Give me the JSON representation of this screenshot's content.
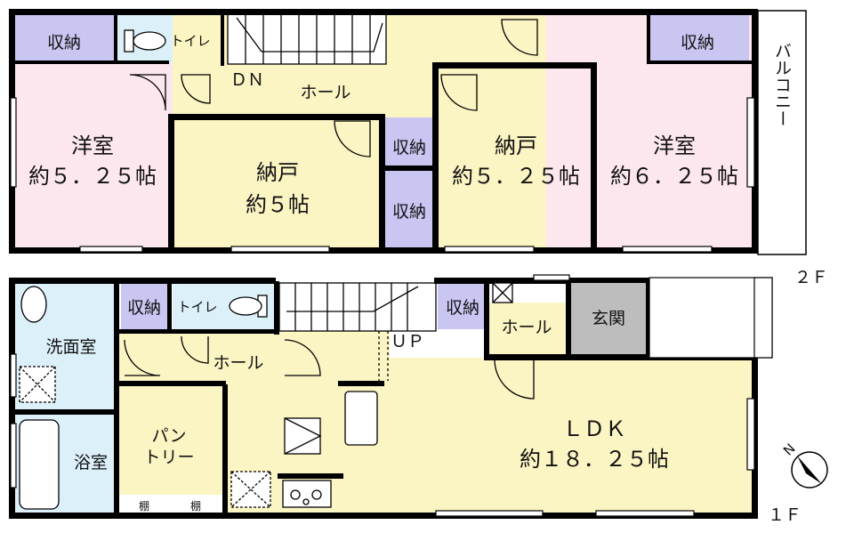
{
  "colors": {
    "western_room": "#fde7ef",
    "storage_room": "#fbf4c3",
    "closet": "#c9c7f2",
    "wet_area": "#dcf0fa",
    "hall": "#fbf4c3",
    "entrance": "#bdbdbd",
    "wall": "#000000"
  },
  "floor2": {
    "floor_label": "２Ｆ",
    "closet_nw": "収納",
    "toilet": "トイレ",
    "stairs_label": "ＤＮ",
    "hall": "ホール",
    "closet_ne": "収納",
    "balcony": "バルコニー",
    "west_room": {
      "name": "洋室",
      "size": "約５．２５帖"
    },
    "storage_room_a": {
      "name": "納戸",
      "size": "約５帖"
    },
    "closet_mid_upper": "収納",
    "closet_mid_lower": "収納",
    "storage_room_b": {
      "name": "納戸",
      "size": "約５．２５帖"
    },
    "east_room": {
      "name": "洋室",
      "size": "約６．２５帖"
    }
  },
  "floor1": {
    "floor_label": "１Ｆ",
    "washroom": "洗面室",
    "closet_a": "収納",
    "toilet": "トイレ",
    "closet_b": "収納",
    "stairs_label": "ＵＰ",
    "hall_entry": "ホール",
    "entrance": "玄関",
    "hall": "ホール",
    "bathroom": "浴室",
    "pantry_line1": "パン",
    "pantry_line2": "トリー",
    "shelf_a": "棚",
    "shelf_b": "棚",
    "ldk": {
      "name": "ＬＤＫ",
      "size": "約１８．２５帖"
    }
  },
  "compass": {
    "north": "N"
  }
}
